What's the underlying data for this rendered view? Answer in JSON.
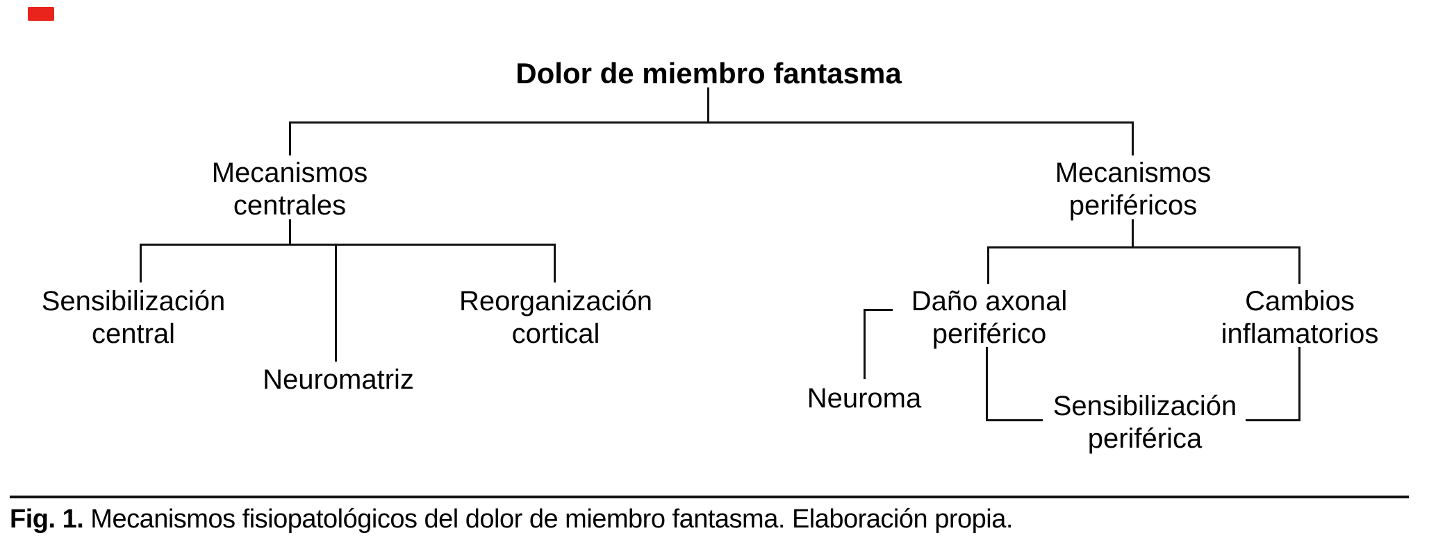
{
  "figure": {
    "title": "Dolor de miembro fantasma",
    "caption": {
      "label": "Fig. 1.",
      "text": "Mecanismos fisiopatológicos del dolor de miembro fantasma. Elaboración propia."
    }
  },
  "nodes": {
    "root": "Dolor de miembro fantasma",
    "central": {
      "line1": "Mecanismos",
      "line2": "centrales"
    },
    "sens_central": {
      "line1": "Sensibilización",
      "line2": "central"
    },
    "neuromatriz": {
      "line1": "Neuromatriz"
    },
    "reorg_cortical": {
      "line1": "Reorganización",
      "line2": "cortical"
    },
    "peripheral": {
      "line1": "Mecanismos",
      "line2": "periféricos"
    },
    "dano_axonal": {
      "line1": "Daño axonal",
      "line2": "periférico"
    },
    "cambios_inflamatorios": {
      "line1": "Cambios",
      "line2": "inflamatorios"
    },
    "neuroma": {
      "line1": "Neuroma"
    },
    "sens_periferica": {
      "line1": "Sensibilización",
      "line2": "periférica"
    }
  },
  "hierarchy": {
    "root": "Dolor de miembro fantasma",
    "children": [
      {
        "label": "Mecanismos centrales",
        "children": [
          "Sensibilización central",
          "Neuromatriz",
          "Reorganización cortical"
        ]
      },
      {
        "label": "Mecanismos periféricos",
        "children": [
          "Daño axonal periférico",
          "Cambios inflamatorios"
        ],
        "sub_nodes": [
          "Neuroma",
          "Sensibilización periférica"
        ]
      }
    ]
  },
  "colors": {
    "background": "#ffffff",
    "line": "#111111",
    "text": "#000000",
    "marker_red": "#e8241d"
  }
}
